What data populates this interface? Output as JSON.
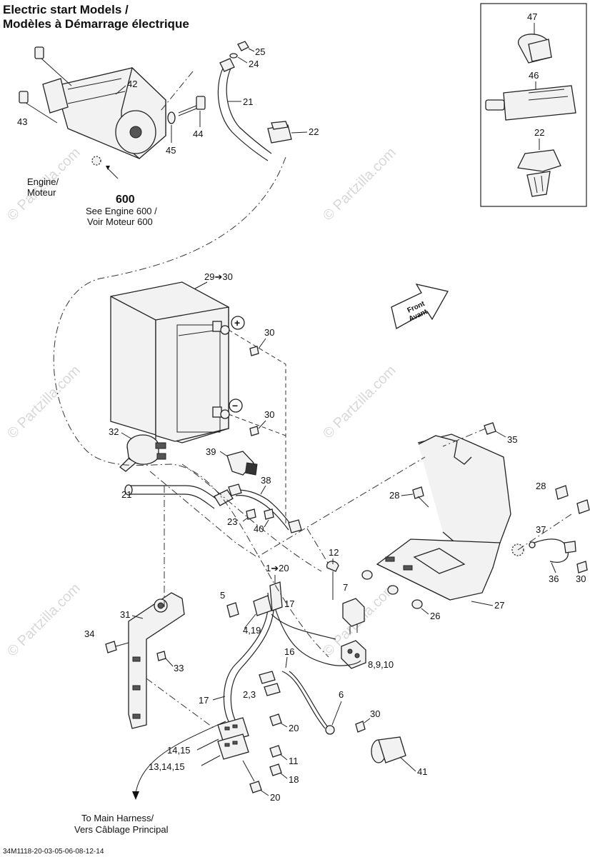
{
  "title": {
    "line1": "Electric start Models /",
    "line2": "Modèles à Démarrage électrique"
  },
  "engine_ref": {
    "label_line1": "Engine/",
    "label_line2": "Moteur",
    "number": "600",
    "see_line1": "See Engine 600 /",
    "see_line2": "Voir Moteur 600"
  },
  "front_arrow": {
    "line1": "Front",
    "line2": "Avant"
  },
  "polarity": {
    "plus": "+",
    "minus": "−"
  },
  "harness_ref": {
    "line1": "To Main Harness/",
    "line2": "Vers Câblage Principal"
  },
  "drawing_code": "34M1118-20-03-05-06-08-12-14",
  "watermark": "© Partzilla.com",
  "callouts": {
    "c25": "25",
    "c24": "24",
    "c42": "42",
    "c21a": "21",
    "c43": "43",
    "c44": "44",
    "c45": "45",
    "c22a": "22",
    "c47": "47",
    "c46": "46",
    "c22b": "22",
    "c29": "29➔30",
    "c30a": "30",
    "c30b": "30",
    "c32": "32",
    "c39": "39",
    "c38": "38",
    "c21b": "21",
    "c23": "23",
    "c40": "40",
    "c35": "35",
    "c28a": "28",
    "c28b": "28",
    "c37": "37",
    "c36": "36",
    "c30c": "30",
    "c12": "12",
    "c7": "7",
    "c26": "26",
    "c27": "27",
    "c1": "1➔20",
    "c5": "5",
    "c17a": "17",
    "c419": "4,19",
    "c31": "31",
    "c34": "34",
    "c33": "33",
    "c16": "16",
    "c8910": "8,9,10",
    "c23b": "2,3",
    "c17b": "17",
    "c6": "6",
    "c30d": "30",
    "c20a": "20",
    "c1415": "14,15",
    "c11": "11",
    "c131415": "13,14,15",
    "c18": "18",
    "c20b": "20",
    "c41": "41"
  }
}
